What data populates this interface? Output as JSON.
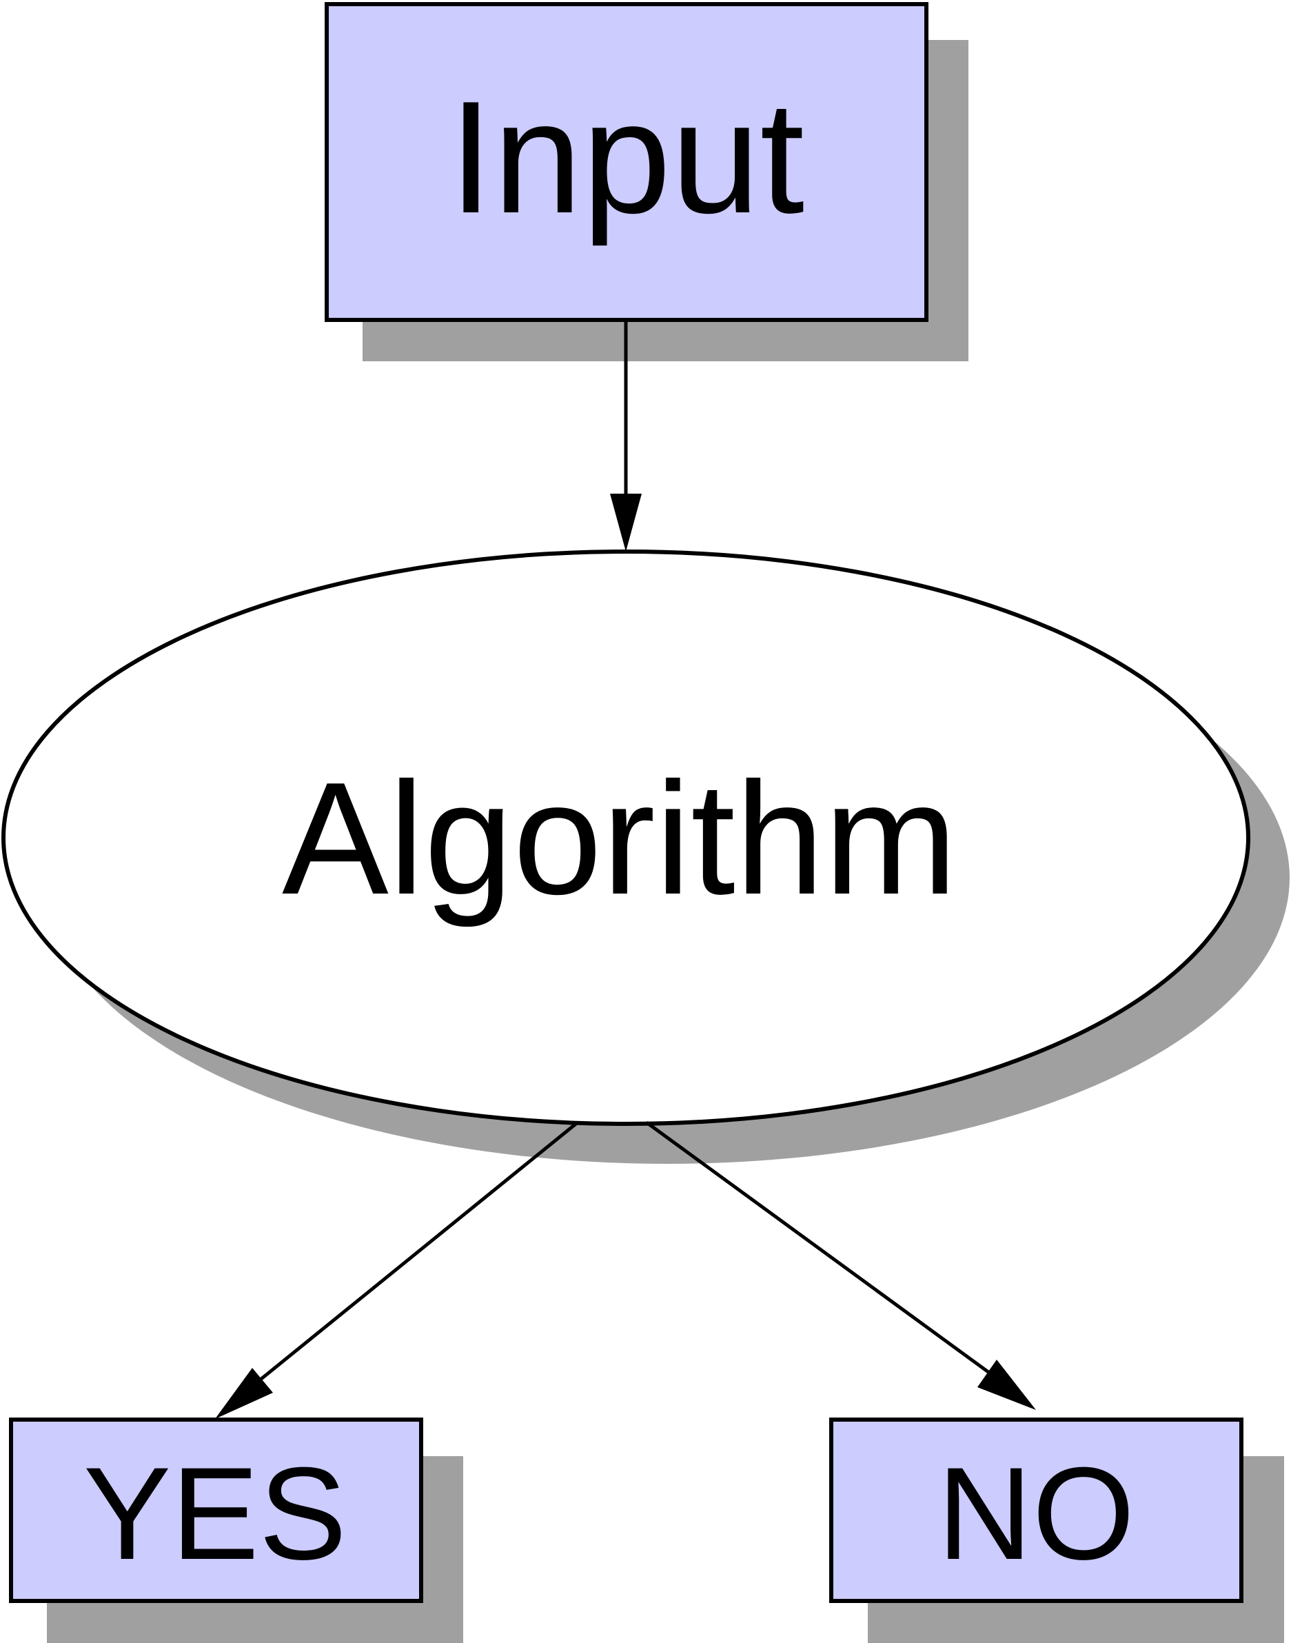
{
  "nodes": {
    "input": {
      "label": "Input"
    },
    "algorithm": {
      "label": "Algorithm"
    },
    "yes": {
      "label": "YES"
    },
    "no": {
      "label": "NO"
    }
  },
  "colors": {
    "box_fill": "#ccccff",
    "ellipse_fill": "#ffffff",
    "shadow": "#a0a0a0",
    "stroke": "#000000"
  }
}
